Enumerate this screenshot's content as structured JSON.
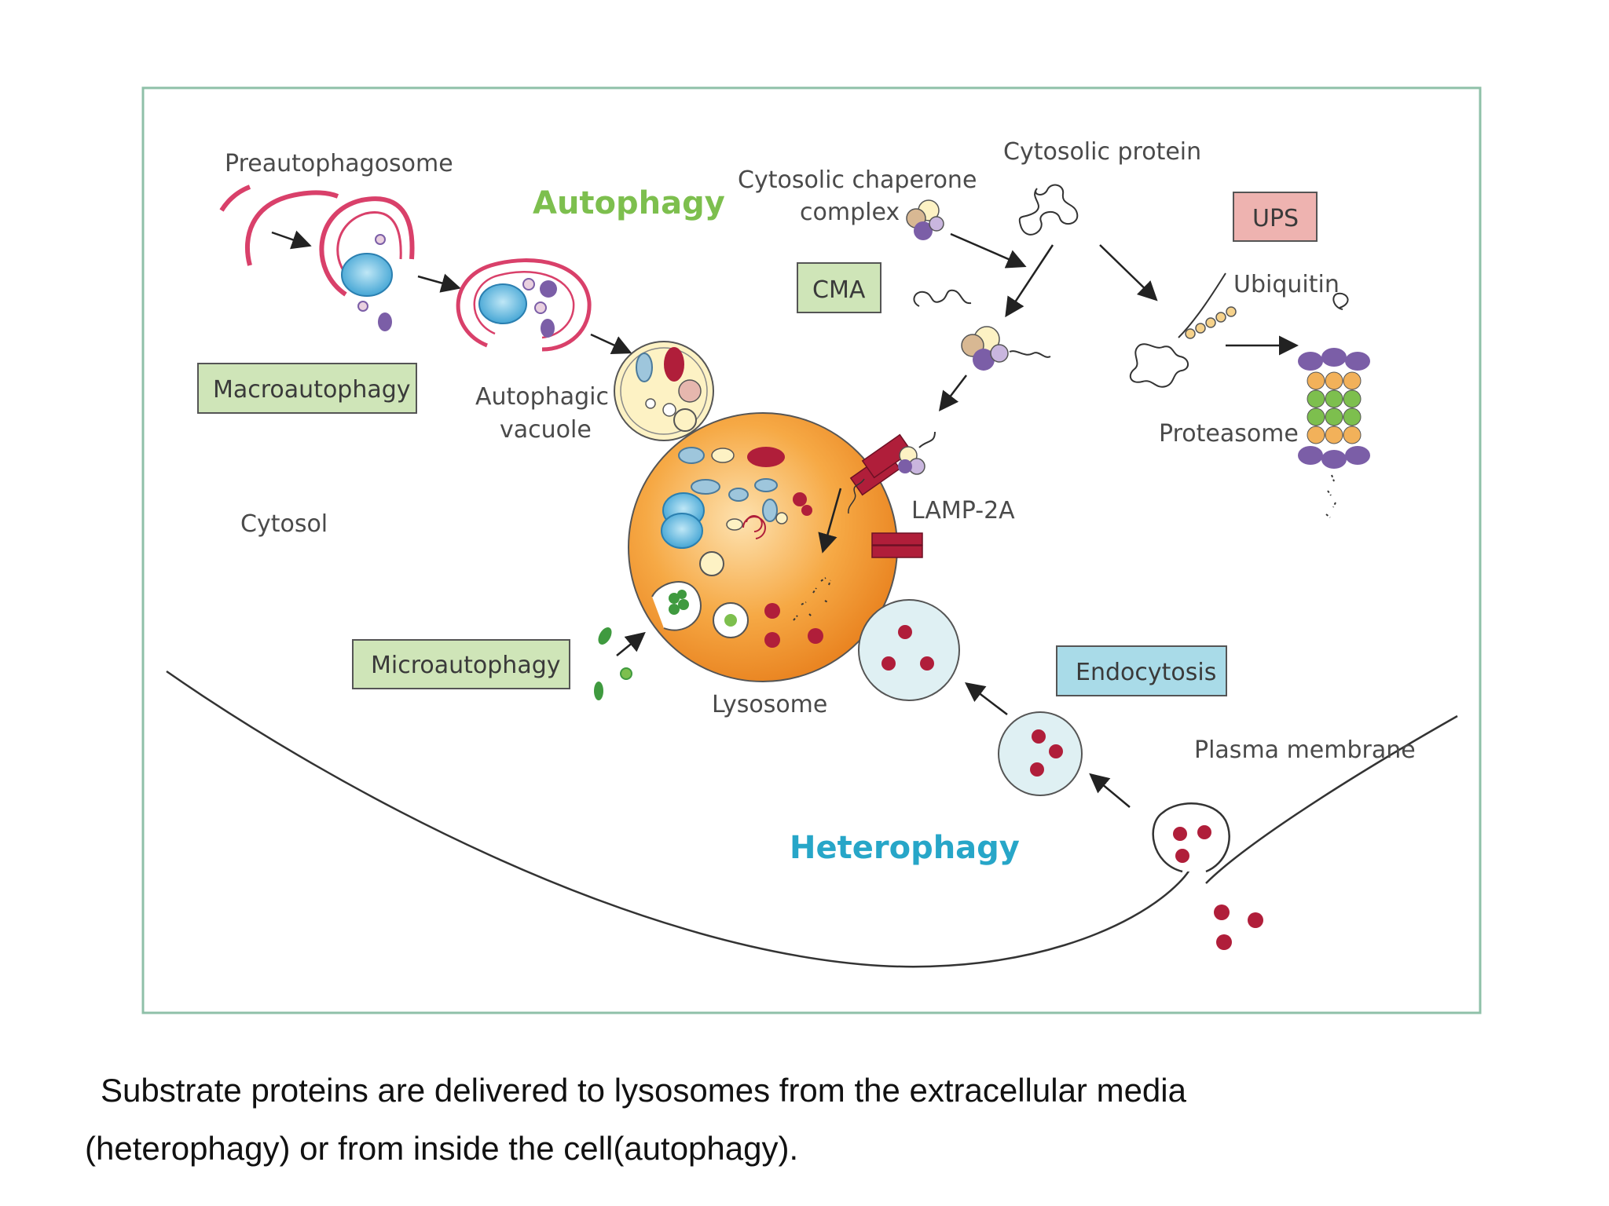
{
  "diagram": {
    "titles": {
      "autophagy": "Autophagy",
      "heterophagy": "Heterophagy"
    },
    "boxes": {
      "macroautophagy": "Macroautophagy",
      "microautophagy": "Microautophagy",
      "cma": "CMA",
      "ups": "UPS",
      "endocytosis": "Endocytosis"
    },
    "labels": {
      "preautophagosome": "Preautophagosome",
      "autophagic_vacuole_line1": "Autophagic",
      "autophagic_vacuole_line2": "vacuole",
      "cytosol": "Cytosol",
      "cytosolic_chaperone_line1": "Cytosolic chaperone",
      "cytosolic_chaperone_line2": "complex",
      "cytosolic_protein": "Cytosolic protein",
      "ubiquitin": "Ubiquitin",
      "proteasome": "Proteasome",
      "lamp2a": "LAMP-2A",
      "lysosome": "Lysosome",
      "plasma_membrane": "Plasma membrane"
    },
    "colors": {
      "frame": "#8fc0a8",
      "green_box": "#cfe5b8",
      "ups_box": "#eeb3b0",
      "endocytosis_box": "#a9dbe8",
      "membrane_pink": "#d9406a",
      "lysosome_orange": "#f29a2e",
      "cargo_red": "#b01e3a",
      "mito_blue": "#3aa7d6",
      "purple": "#7b5ea7",
      "green_dot": "#3f9a3f"
    }
  },
  "caption": {
    "line1": "Substrate proteins are delivered to lysosomes from the extracellular media",
    "line2": "(heterophagy) or from inside the cell(autophagy)."
  }
}
